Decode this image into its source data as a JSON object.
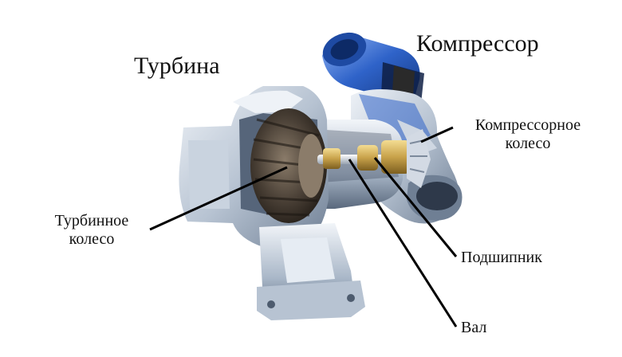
{
  "labels": {
    "turbine": "Турбина",
    "compressor": "Компрессор",
    "compressor_wheel_line1": "Компрессорное",
    "compressor_wheel_line2": "колесо",
    "turbine_wheel_line1": "Турбинное",
    "turbine_wheel_line2": "колесо",
    "bearing": "Подшипник",
    "shaft": "Вал"
  },
  "colors": {
    "metal_light": "#dfe6ef",
    "metal_mid": "#9fb0c4",
    "metal_dark": "#4d5b6e",
    "compressor_blue": "#2f63c9",
    "bronze": "#c8a24a",
    "turbine_wheel": "#4a4036"
  }
}
